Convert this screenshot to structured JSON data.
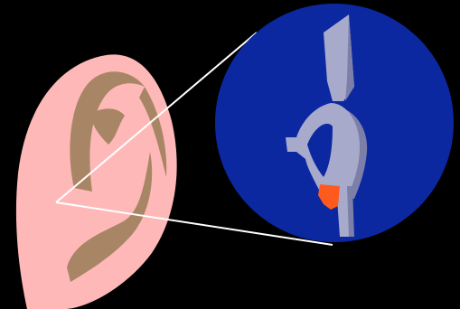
{
  "colors": {
    "background": "#000000",
    "ear_skin": "#FFB8B8",
    "ear_fold": "#A88665",
    "zoom_circle": "#0C28A0",
    "implant_body": "#A8AACC",
    "implant_shadow": "#7C7FA8",
    "implant_highlight": "#C6C8E0",
    "zoom_lines": "#FFFFFF",
    "electrode_accent": "#FF5A1E"
  },
  "icons": {
    "ear": "ear-illustration",
    "zoom": "magnifier-zoom-circle",
    "device": "inner-ear-implant-diagram"
  }
}
